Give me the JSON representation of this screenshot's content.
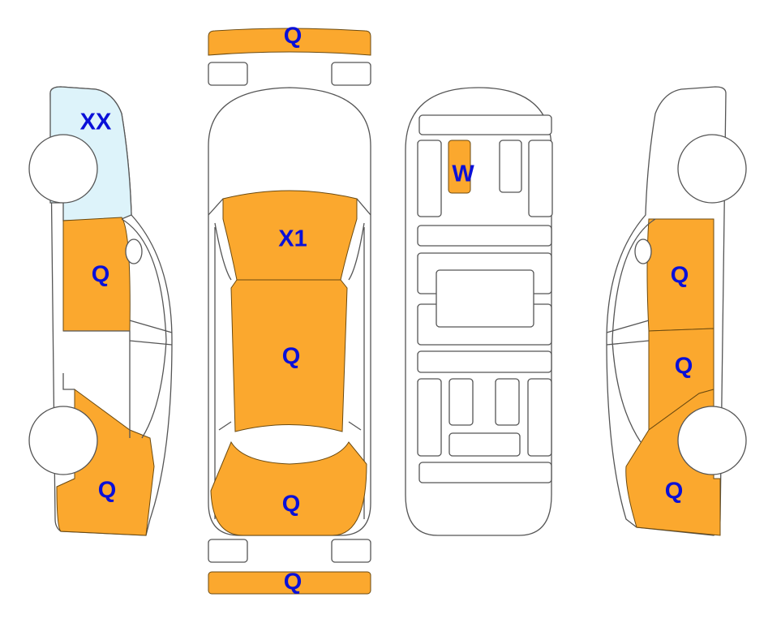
{
  "colors": {
    "damaged": "#FBA82E",
    "glass": "#DDF3FA",
    "label": "#0A10D8",
    "outline": "#555555"
  },
  "left_view": {
    "rear_glass_label": "XX",
    "front_door_label": "Q",
    "front_fender_label": "Q"
  },
  "top_view": {
    "front_bumper_label": "Q",
    "windshield_label": "X1",
    "roof_label": "Q",
    "rear_window_label": "Q",
    "rear_bumper_label": "Q"
  },
  "underside_view": {
    "part_label": "W"
  },
  "right_view": {
    "front_door_label": "Q",
    "rear_door_label": "Q",
    "rear_fender_label": "Q"
  }
}
